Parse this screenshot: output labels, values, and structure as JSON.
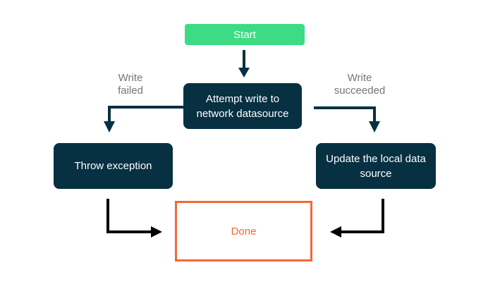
{
  "diagram": {
    "type": "flowchart",
    "background": "#ffffff",
    "nodes": {
      "start": {
        "label": "Start",
        "fill": "#3ddc84",
        "text_color": "#ffffff"
      },
      "attempt": {
        "label": "Attempt write to\nnetwork datasource",
        "fill": "#073042",
        "text_color": "#ffffff"
      },
      "throw_exception": {
        "label": "Throw exception",
        "fill": "#073042",
        "text_color": "#ffffff"
      },
      "update_local": {
        "label": "Update the local data\nsource",
        "fill": "#073042",
        "text_color": "#ffffff"
      },
      "done": {
        "label": "Done",
        "fill": "#ffffff",
        "border_color": "#f4673a",
        "text_color": "#f4673a"
      }
    },
    "edge_labels": {
      "write_failed": "Write\nfailed",
      "write_succeeded": "Write\nsucceeded"
    },
    "edge_label_color": "#757575",
    "arrow_colors": {
      "upper_arrows": "#073042",
      "lower_arrows": "#000000"
    },
    "edges": [
      {
        "from": "start",
        "to": "attempt",
        "label": ""
      },
      {
        "from": "attempt",
        "to": "throw_exception",
        "label": "Write failed"
      },
      {
        "from": "attempt",
        "to": "update_local",
        "label": "Write succeeded"
      },
      {
        "from": "throw_exception",
        "to": "done",
        "label": ""
      },
      {
        "from": "update_local",
        "to": "done",
        "label": ""
      }
    ]
  }
}
